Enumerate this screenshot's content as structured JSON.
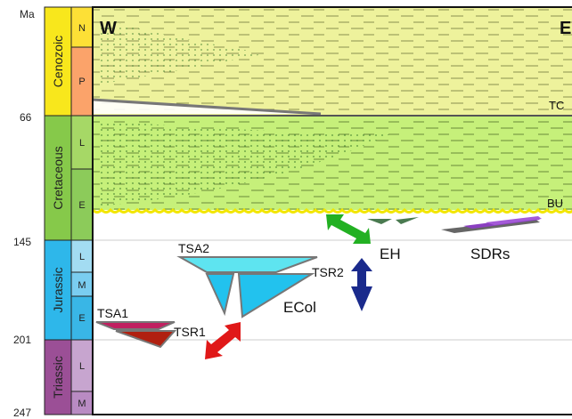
{
  "axis": {
    "unit": "Ma",
    "ticks": [
      "66",
      "145",
      "201",
      "247"
    ]
  },
  "eras": [
    {
      "name": "Cenozoic",
      "color": "#f8e71c"
    },
    {
      "name": "Cretaceous",
      "color": "#86c94a"
    },
    {
      "name": "Jurassic",
      "color": "#2eb7ea"
    },
    {
      "name": "Triassic",
      "color": "#9b4f96"
    }
  ],
  "epochs": [
    {
      "label": "N",
      "color": "#fde036"
    },
    {
      "label": "P",
      "color": "#fba36a"
    },
    {
      "label": "L",
      "color": "#a6d866"
    },
    {
      "label": "E",
      "color": "#8ccb5a"
    },
    {
      "label": "L",
      "color": "#a3dcf2"
    },
    {
      "label": "M",
      "color": "#7acdf0"
    },
    {
      "label": "E",
      "color": "#39b6e6"
    },
    {
      "label": "L",
      "color": "#c7a5cf"
    },
    {
      "label": "M",
      "color": "#b98bc3"
    }
  ],
  "section": {
    "west": "W",
    "east": "E",
    "horizons": {
      "tc": "TC",
      "bu": "BU"
    }
  },
  "features": {
    "tsa1": "TSA1",
    "tsr1": "TSR1",
    "tsa2": "TSA2",
    "tsr2": "TSR2",
    "ecol": "ECol",
    "eh": "EH",
    "sdrs": "SDRs"
  },
  "colors": {
    "cenozoic_fill": "#eef29c",
    "cretaceous_fill": "#c6f07a",
    "green_arrow": "#22b022",
    "blue_arrow": "#1a2a8c",
    "red_arrow": "#e01818",
    "ecol_fill": "#22c2ee",
    "tsa2_fill": "#5ee4f0",
    "sdrs_fill": "#8a3fc0",
    "tsa1_fill": "#c02060",
    "tsr1_fill": "#b02010"
  }
}
